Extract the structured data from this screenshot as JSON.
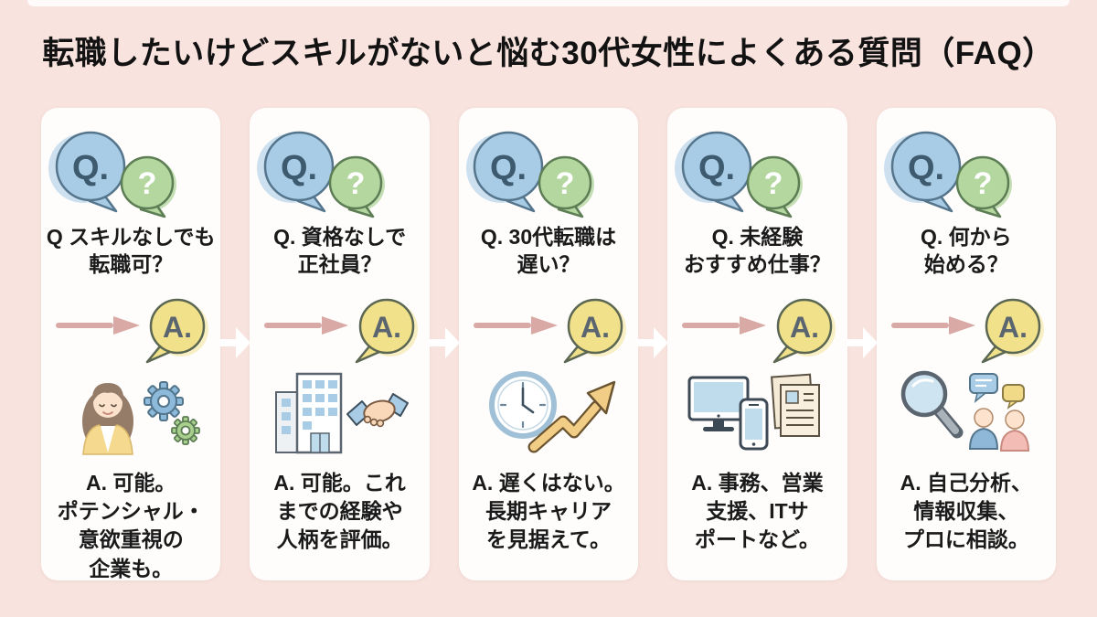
{
  "title": "転職したいけどスキルがないと悩む30代女性によくある質問（FAQ）",
  "bubbles": {
    "q_label": "Q.",
    "question_mark": "?",
    "a_label": "A."
  },
  "cards": [
    {
      "illustration": "woman-with-gears",
      "question": [
        "Q スキルなしでも",
        "転職可？"
      ],
      "answer": [
        "A. 可能。",
        "ポテンシャル・",
        "意欲重視の",
        "企業も。"
      ]
    },
    {
      "illustration": "office-building-handshake",
      "question": [
        "Q. 資格なしで",
        "正社員？"
      ],
      "answer": [
        "A. 可能。これ",
        "までの経験や",
        "人柄を評価。"
      ]
    },
    {
      "illustration": "clock-growth-arrow",
      "question": [
        "Q. 30代転職は",
        "遅い？"
      ],
      "answer": [
        "A. 遅くはない。",
        "長期キャリア",
        "を見据えて。"
      ]
    },
    {
      "illustration": "computer-phone-documents",
      "question": [
        "Q. 未経験",
        "おすすめ仕事？"
      ],
      "answer": [
        "A. 事務、営業",
        "支援、ITサ",
        "ポートなど。"
      ]
    },
    {
      "illustration": "magnifier-consultation",
      "question": [
        "Q. 何から",
        "始める？"
      ],
      "answer": [
        "A. 自己分析、",
        "情報収集、",
        "プロに相談。"
      ]
    }
  ],
  "colors": {
    "background": "#f8e3de",
    "card": "#fefdfc",
    "title_text": "#121212",
    "body_text": "#1a1a1a",
    "q_bubble_fill": "#a9cce6",
    "q_bubble_stroke": "#54758c",
    "question_mark_bubble_fill": "#b4d79f",
    "question_mark_bubble_stroke": "#5d7d55",
    "a_bubble_fill": "#f1e18b",
    "a_bubble_stroke": "#5b6752",
    "pink_arrow": "#d9a9a5",
    "connector_arrow": "#ffffff"
  }
}
